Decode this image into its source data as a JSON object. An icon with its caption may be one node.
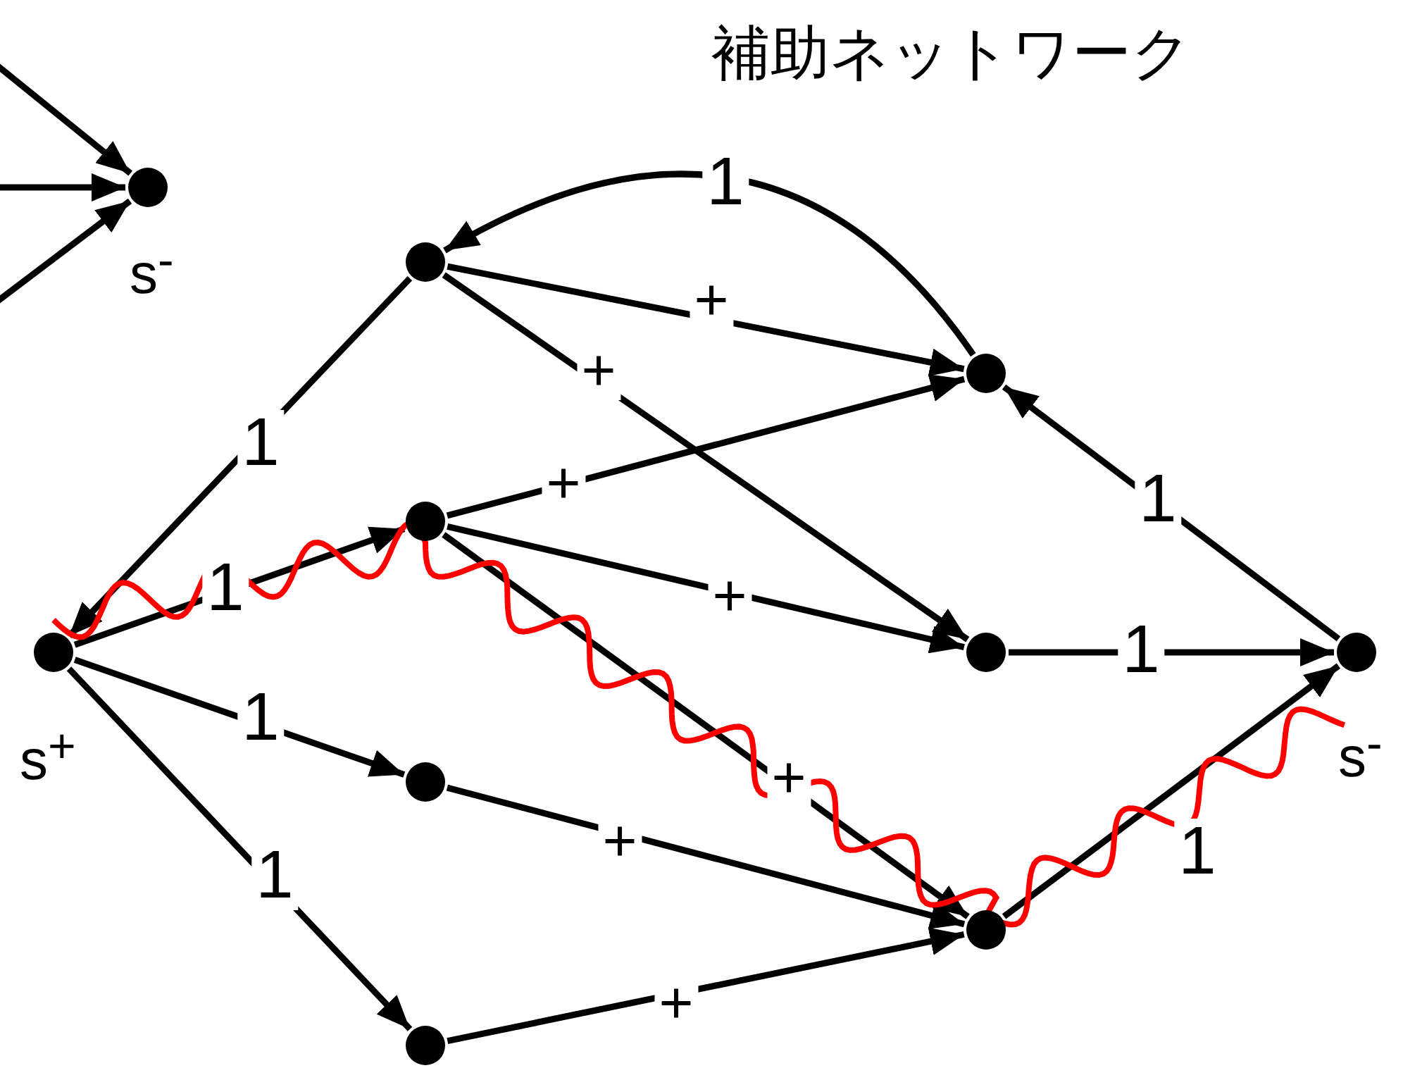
{
  "diagram": {
    "title": "補助ネットワーク",
    "nodes": [
      {
        "text": [],
        "shape": "circle",
        "beside": [
          "s$^{-}$"
        ]
      },
      {
        "text": [],
        "shape": "circle"
      },
      {
        "text": [],
        "shape": "circle"
      },
      {
        "text": [],
        "shape": "circle"
      },
      {
        "text": [],
        "shape": "circle",
        "beside": [
          "s$^{+}$"
        ]
      },
      {
        "text": [],
        "shape": "circle"
      },
      {
        "text": [],
        "shape": "circle",
        "beside": [
          "s$^{-}$"
        ]
      },
      {
        "text": [],
        "shape": "circle"
      },
      {
        "text": [],
        "shape": "circle"
      },
      {
        "text": [],
        "shape": "circle"
      }
    ],
    "edges": [
      {
        "from": null,
        "to": 0,
        "arrow": "to"
      },
      {
        "from": null,
        "to": 0,
        "arrow": "to"
      },
      {
        "from": null,
        "to": 0,
        "arrow": "to"
      },
      {
        "from": 2,
        "to": 1,
        "arrow": "to",
        "label": "1"
      },
      {
        "from": 1,
        "to": 4,
        "arrow": "to",
        "label": "1"
      },
      {
        "from": 1,
        "to": 2,
        "arrow": "to",
        "label": "+"
      },
      {
        "from": 1,
        "to": 5,
        "arrow": "to",
        "label": "+"
      },
      {
        "from": 3,
        "to": 2,
        "arrow": "to",
        "label": "+"
      },
      {
        "from": 3,
        "to": 5,
        "arrow": "to",
        "label": "+"
      },
      {
        "from": 3,
        "to": 8,
        "arrow": "to",
        "label": "+"
      },
      {
        "from": 4,
        "to": 3,
        "arrow": "to",
        "label": "1"
      },
      {
        "from": 4,
        "to": 7,
        "arrow": "to",
        "label": "1"
      },
      {
        "from": 4,
        "to": 9,
        "arrow": "to",
        "label": "1"
      },
      {
        "from": 6,
        "to": 2,
        "arrow": "to",
        "label": "1"
      },
      {
        "from": 5,
        "to": 6,
        "arrow": "to",
        "label": "1"
      },
      {
        "from": 8,
        "to": 6,
        "arrow": "to",
        "label": "1"
      },
      {
        "from": 7,
        "to": 8,
        "arrow": "to",
        "label": "+"
      },
      {
        "from": 9,
        "to": 8,
        "arrow": "to",
        "label": "+"
      }
    ]
  }
}
